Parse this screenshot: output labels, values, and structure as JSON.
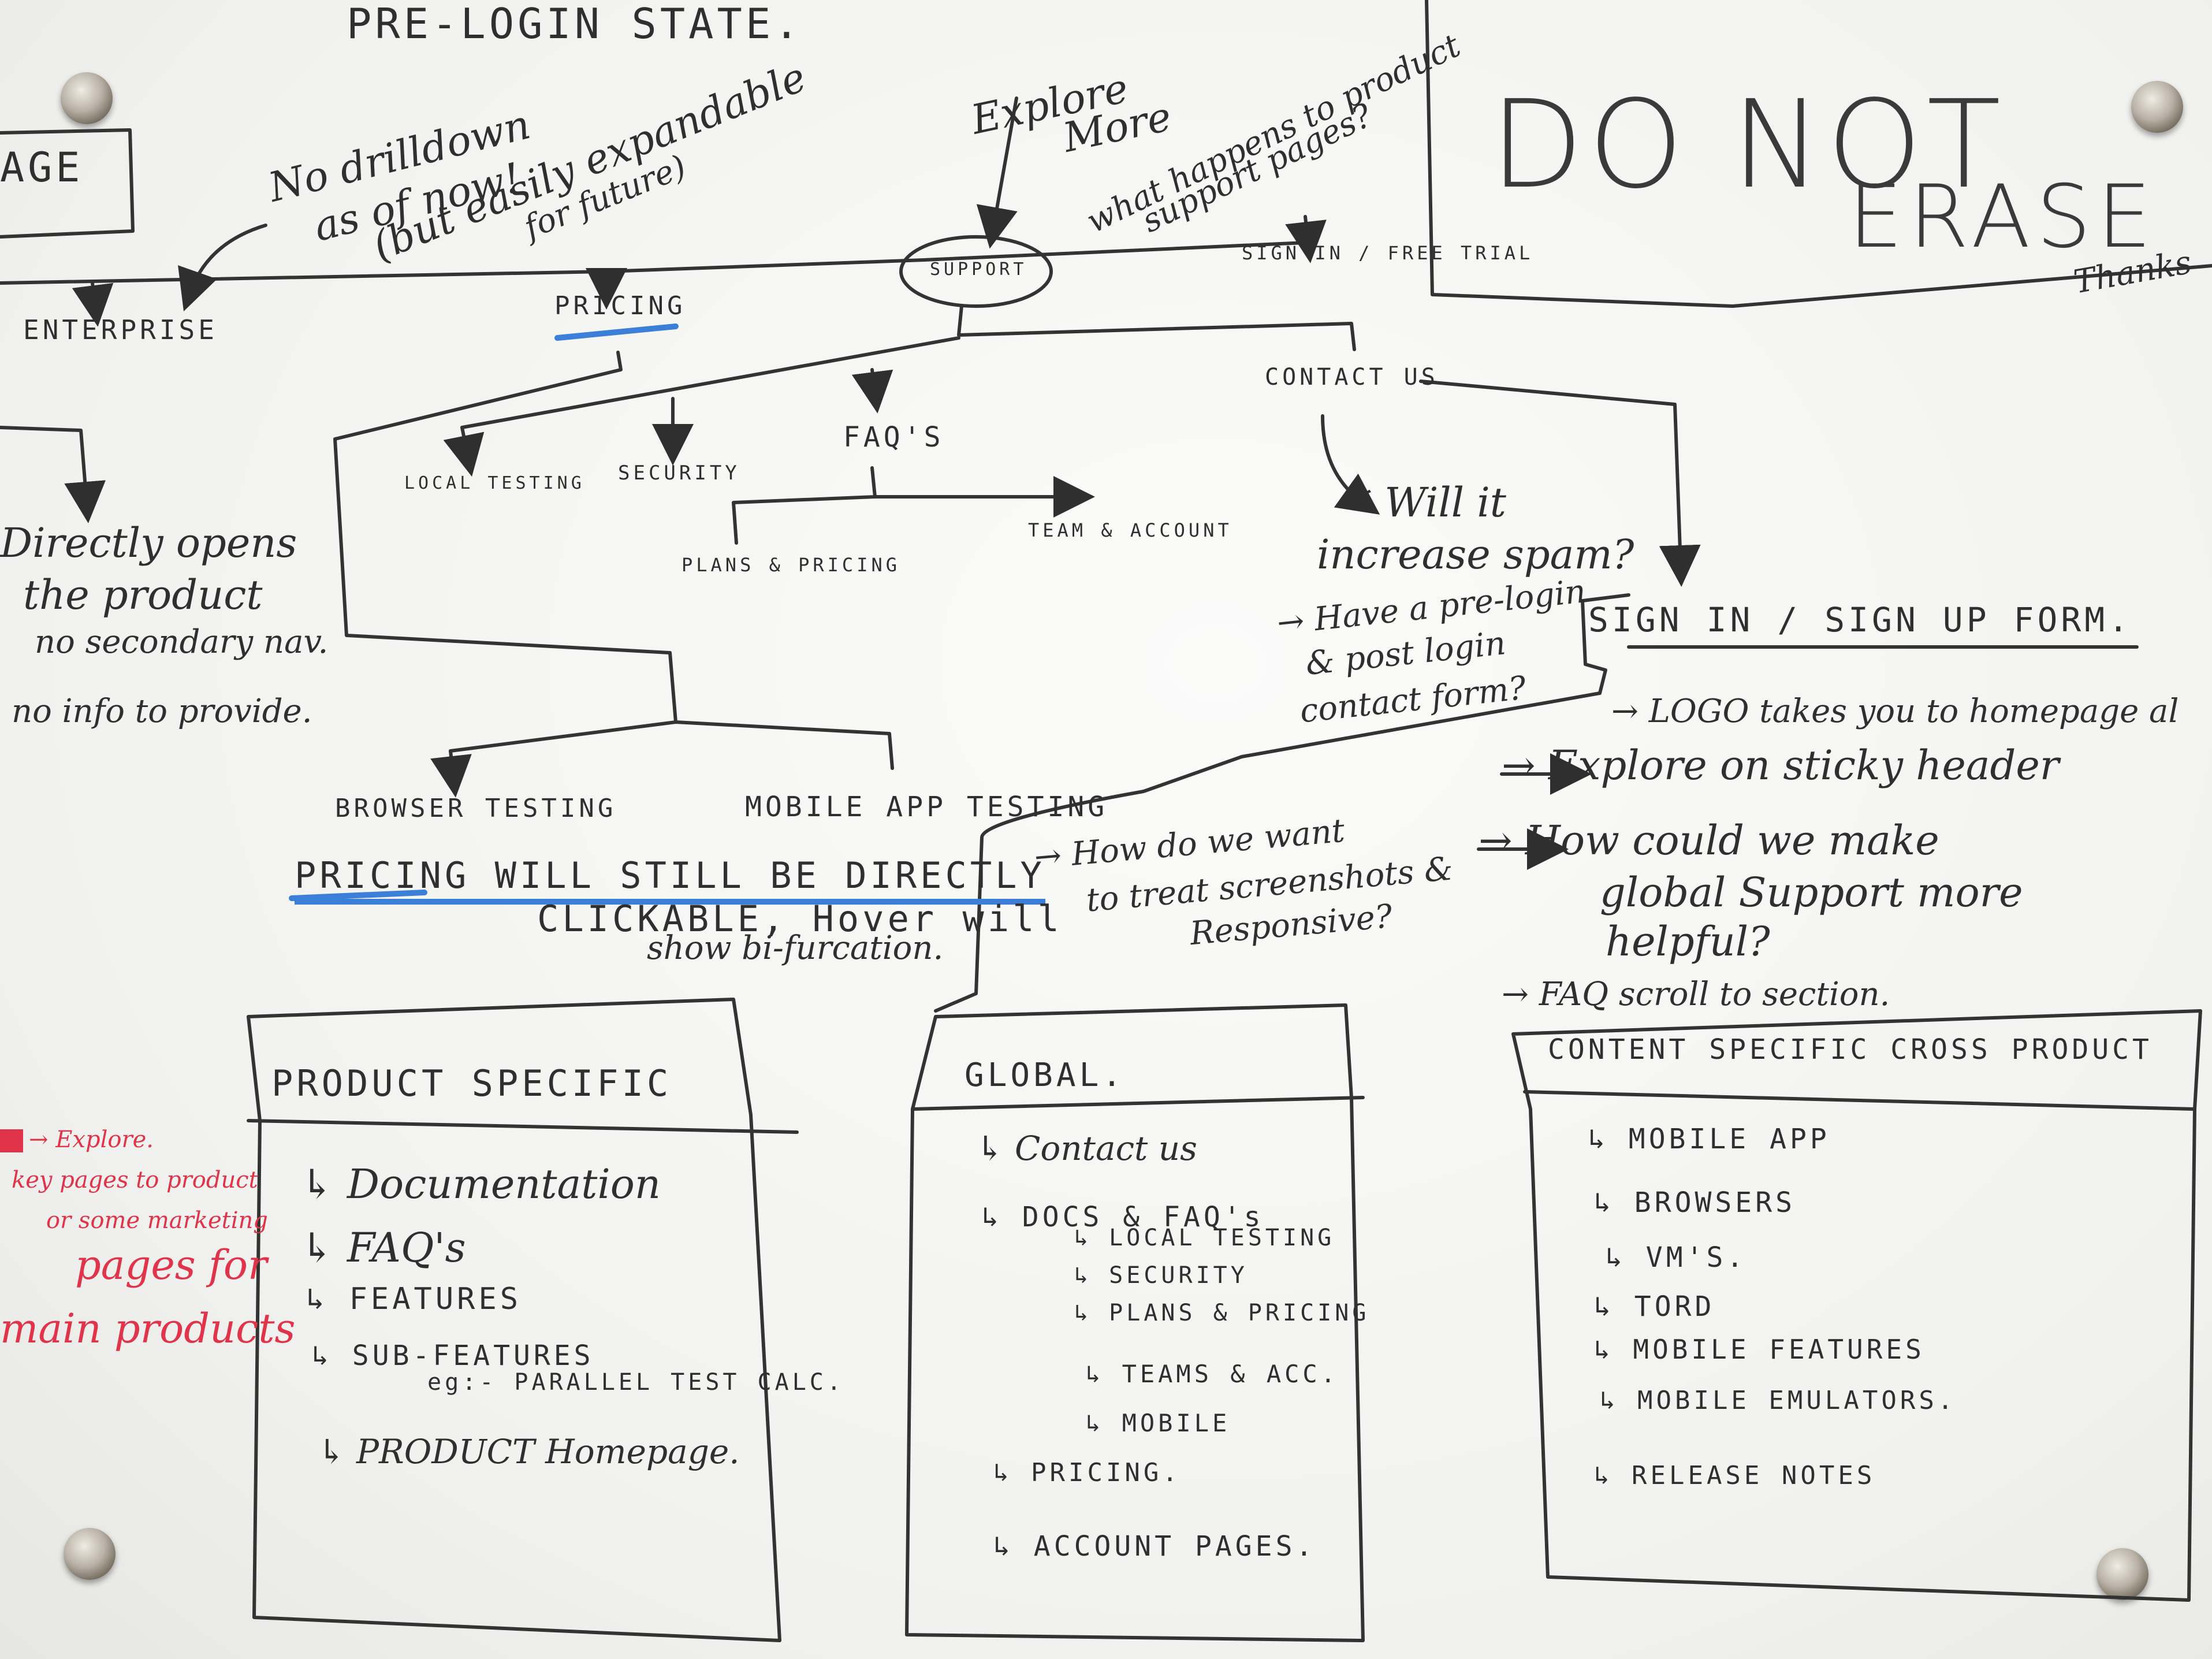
{
  "header": {
    "title": "PRE-LOGIN STATE.",
    "left_box": "AGE",
    "do_not_erase_1": "DO NOT",
    "do_not_erase_2": "ERASE",
    "thanks": "Thanks"
  },
  "annotations": {
    "no_drilldown_1": "No drilldown",
    "no_drilldown_2": "as of now!",
    "no_drilldown_3": "(but easily expandable",
    "no_drilldown_4": "for future)",
    "explore_more_1": "Explore",
    "explore_more_2": "More",
    "what_happens_1": "what happens to product",
    "what_happens_2": "support pages?",
    "directly_1": "Directly opens",
    "directly_2": "the product",
    "directly_3": "no secondary nav.",
    "directly_4": "no info to provide.",
    "spam_1": "* Will it",
    "spam_2": "increase spam?",
    "prelogin_1": "→ Have a pre-login",
    "prelogin_2": "& post login",
    "prelogin_3": "contact form?",
    "pricing_note_1": "PRICING WILL STILL BE DIRECTLY",
    "pricing_note_2": "CLICKABLE, Hover will",
    "pricing_note_3": "show bi-furcation.",
    "screenshots_1": "→ How do we want",
    "screenshots_2": "to treat screenshots &",
    "screenshots_3": "Responsive?",
    "red_1": "→ Explore.",
    "red_2": "key pages to product",
    "red_3": "or some marketing",
    "red_4": "pages for",
    "red_5": "main products"
  },
  "nav_nodes": {
    "enterprise": "ENTERPRISE",
    "pricing": "PRICING",
    "support": "SUPPORT",
    "signin_free": "SIGN IN / FREE TRIAL",
    "contact_us": "CONTACT US",
    "local_testing": "LOCAL TESTING",
    "security": "SECURITY",
    "faqs": "FAQ'S",
    "plans_pricing": "PLANS & PRICING",
    "team_account": "TEAM & ACCOUNT",
    "browser_testing": "BROWSER TESTING",
    "mobile_app_testing": "MOBILE APP TESTING"
  },
  "signin_form": {
    "title": "SIGN IN / SIGN UP FORM.",
    "items": [
      "→ LOGO takes you to homepage al",
      "→ Explore on sticky header",
      "→ How could we make",
      "global Support more",
      "helpful?",
      "→ FAQ scroll to section."
    ]
  },
  "boxes": {
    "product_specific": {
      "title": "PRODUCT SPECIFIC",
      "items": [
        "↳ Documentation",
        "↳ FAQ's",
        "↳ FEATURES",
        "↳ SUB-FEATURES",
        "eg:- PARALLEL TEST CALC.",
        "↳ PRODUCT Homepage."
      ]
    },
    "global": {
      "title": "GLOBAL.",
      "items": [
        "↳ Contact us",
        "↳ DOCS & FAQ's",
        "↳ LOCAL TESTING",
        "↳ SECURITY",
        "↳ PLANS & PRICING",
        "↳ TEAMS & ACC.",
        "↳ MOBILE",
        "↳ PRICING.",
        "↳ ACCOUNT PAGES."
      ]
    },
    "content_specific": {
      "title": "CONTENT SPECIFIC CROSS PRODUCT",
      "items": [
        "↳ MOBILE APP",
        "↳ BROWSERS",
        "↳ VM'S.",
        "↳ TORD",
        "↳ MOBILE FEATURES",
        "↳ MOBILE EMULATORS.",
        "↳ RELEASE NOTES"
      ]
    }
  },
  "colors": {
    "ink": "#2f2f2f",
    "red_marker": "#e0344b",
    "blue_marker": "#3b7fd9"
  }
}
